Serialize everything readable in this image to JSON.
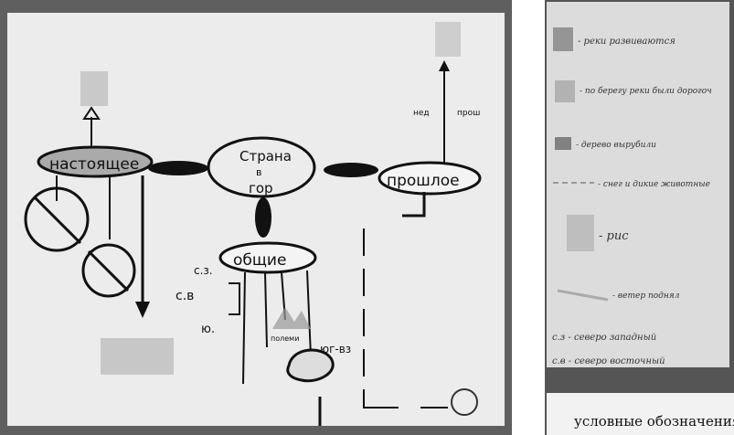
{
  "map": {
    "center": "Страна\nв\nгор",
    "present": "настоящее",
    "past": "прошлое",
    "common": "общие",
    "directions": [
      "с.з.",
      "с.в",
      "ю.",
      "юг-вз"
    ],
    "labels": [
      "полеми",
      "нед",
      "прош"
    ]
  },
  "legend": {
    "items": [
      "- реки развиваются",
      "- по берегу реки были дорогоч",
      "- дерево вырубили",
      "- снег и дикие животные",
      "- рис",
      "- ветер поднял",
      "с.з - северо западный",
      "с.в - северо восточный"
    ],
    "caption": "условные обозначения"
  }
}
